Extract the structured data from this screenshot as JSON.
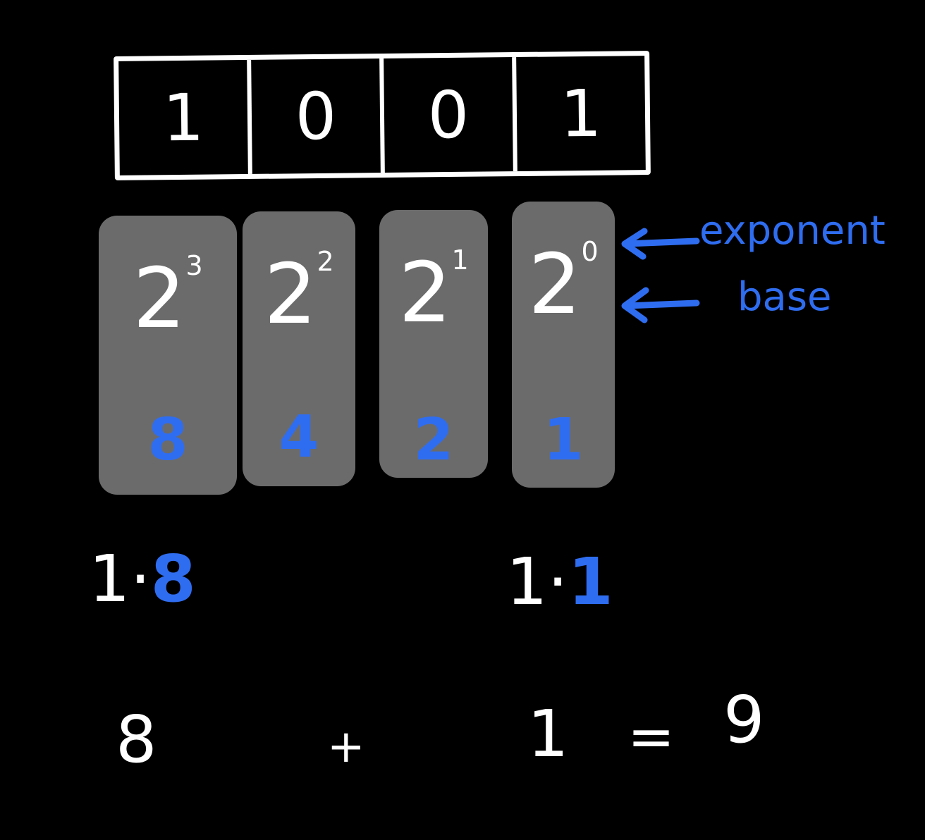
{
  "bits": [
    "1",
    "0",
    "0",
    "1"
  ],
  "columns": [
    {
      "base": "2",
      "exponent": "3",
      "value": "8"
    },
    {
      "base": "2",
      "exponent": "2",
      "value": "4"
    },
    {
      "base": "2",
      "exponent": "1",
      "value": "2"
    },
    {
      "base": "2",
      "exponent": "0",
      "value": "1"
    }
  ],
  "labels": {
    "exponent": "exponent",
    "base": "base"
  },
  "products": [
    {
      "bit": "1",
      "dot": "·",
      "value": "8"
    },
    {
      "bit": "1",
      "dot": "·",
      "value": "1"
    }
  ],
  "sum": {
    "a": "8",
    "plus": "+",
    "b": "1",
    "equals": "=",
    "result": "9"
  },
  "colors": {
    "background": "#000000",
    "card": "#6b6b6b",
    "accent": "#2f6df0",
    "ink": "#ffffff"
  }
}
